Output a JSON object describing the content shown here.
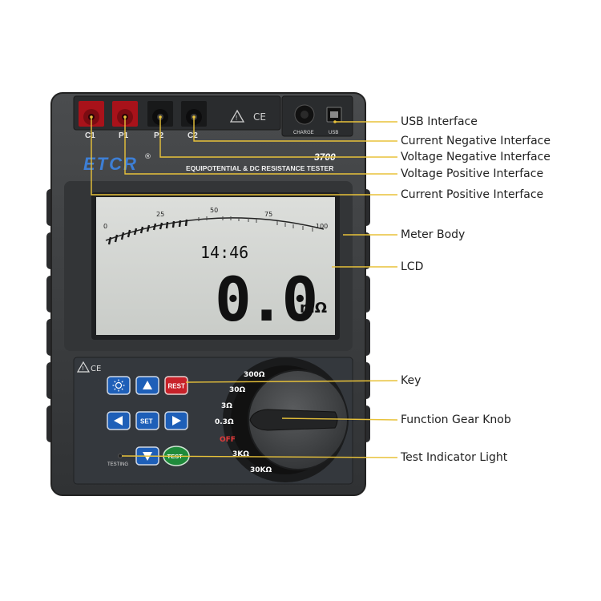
{
  "device": {
    "brand": "ETCR",
    "brand_mark": "®",
    "model": "3700",
    "subtitle": "EQUIPOTENTIAL & DC RESISTANCE TESTER",
    "terminals": [
      "C1",
      "P1",
      "P2",
      "C2"
    ],
    "charge_label": "CHARGE",
    "usb_label": "USB",
    "ce_mark": "CE",
    "testing_label": "TESTING",
    "colors": {
      "body": "#3a3c3e",
      "panel": "#2c2e30",
      "lcd": "#d4d6d2",
      "key_blue": "#1e5fb8",
      "key_red": "#c8222a",
      "key_green": "#1f8a3b"
    }
  },
  "lcd": {
    "scale_ticks": [
      "0",
      "25",
      "50",
      "75",
      "100"
    ],
    "time": "14:46",
    "reading": "0.0",
    "unit": "mΩ"
  },
  "keys": {
    "backlight_icon": "sun-icon",
    "up_icon": "triangle-up-icon",
    "rest": "REST",
    "left_icon": "triangle-left-icon",
    "set": "SET",
    "right_icon": "triangle-right-icon",
    "down_icon": "triangle-down-icon",
    "test": "TEST"
  },
  "knob": {
    "ranges": [
      "300Ω",
      "30Ω",
      "3Ω",
      "0.3Ω",
      "OFF",
      "3KΩ",
      "30KΩ"
    ]
  },
  "callouts": [
    "USB Interface",
    "Current Negative Interface",
    "Voltage Negative Interface",
    "Voltage Positive Interface",
    "Current Positive Interface",
    "Meter Body",
    "LCD",
    "Key",
    "Function Gear Knob",
    "Test Indicator Light"
  ]
}
